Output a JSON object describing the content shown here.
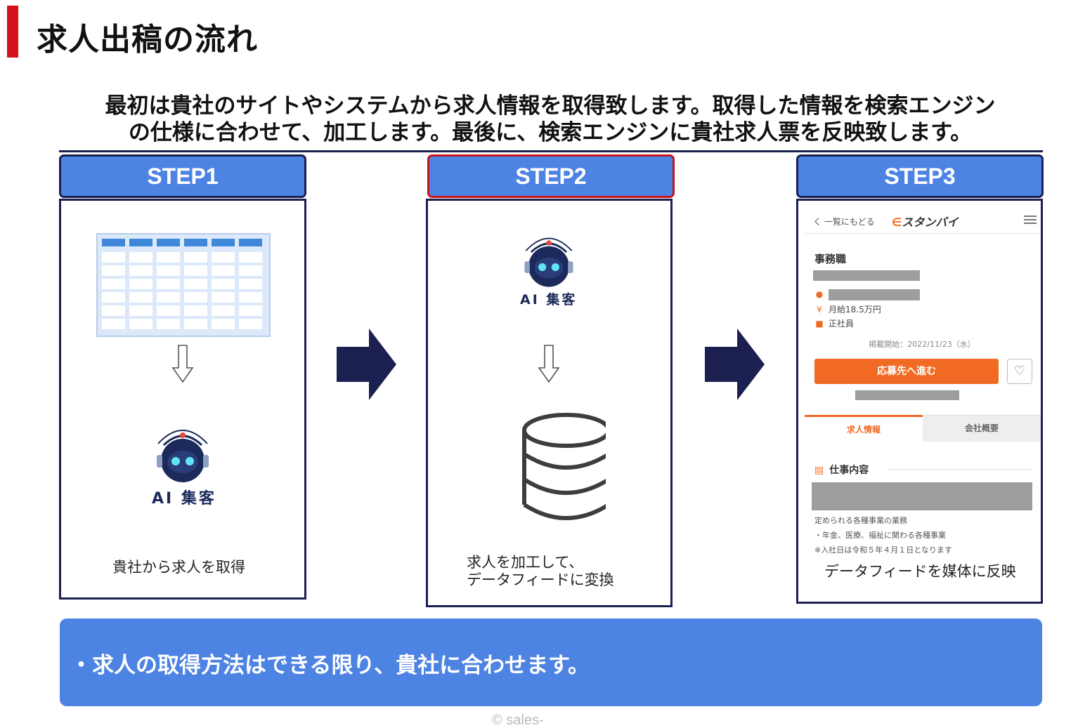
{
  "page_title": "求人出稿の流れ",
  "lead": {
    "line1": "最初は貴社のサイトやシステムから求人情報を取得致します。取得した情報を検索エンジン",
    "line2": "の仕様に合わせて、加工します。最後に、検索エンジンに貴社求人票を反映致します。"
  },
  "steps": [
    {
      "label": "STEP1",
      "caption": "貴社から求人を取得",
      "active": false
    },
    {
      "label": "STEP2",
      "caption_line1": "求人を加工して、",
      "caption_line2": "データフィードに変換",
      "active": true
    },
    {
      "label": "STEP3",
      "caption": "データフィードを媒体に反映",
      "active": false
    }
  ],
  "robot_label": "AI 集客",
  "phone": {
    "back": "く 一覧にもどる",
    "logo": "スタンバイ",
    "job_title": "事務職",
    "salary": "月給18.5万円",
    "employment": "正社員",
    "date": "掲載開始：2022/11/23（水）",
    "apply": "応募先へ進む",
    "tabs": [
      "求人情報",
      "会社概要"
    ],
    "section": "仕事内容",
    "desc": [
      "定められる各種事業の業務",
      "・年金、医療、福祉に関わる各種事業",
      "※入社日は令和５年４月１日となります"
    ]
  },
  "bottom_note": "・求人の取得方法はできる限り、貴社に合わせます。",
  "copyright": "© sales-",
  "colors": {
    "accent_red": "#d4111a",
    "step_blue": "#4d83e3",
    "navy": "#1b2050",
    "orange": "#f06a23"
  }
}
